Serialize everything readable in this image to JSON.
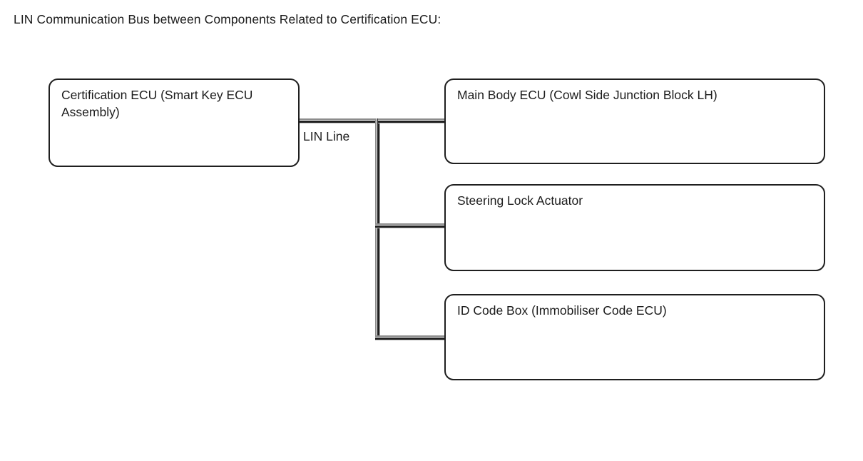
{
  "diagram": {
    "title": "LIN Communication Bus between Components Related to Certification ECU:",
    "bus": {
      "label": "LIN Line",
      "type": "LIN",
      "line_color": "#1f1f1f",
      "style": "double-line"
    },
    "nodes": [
      {
        "id": "certification-ecu",
        "label": "Certification ECU (Smart Key ECU Assembly)",
        "role": "master"
      },
      {
        "id": "main-body-ecu",
        "label": "Main Body ECU (Cowl Side Junction Block LH)",
        "role": "slave"
      },
      {
        "id": "steering-lock-actuator",
        "label": "Steering Lock Actuator",
        "role": "slave"
      },
      {
        "id": "id-code-box",
        "label": "ID Code Box (Immobiliser Code ECU)",
        "role": "slave"
      }
    ],
    "connections": [
      {
        "from": "certification-ecu",
        "to": "main-body-ecu",
        "via": "LIN Line"
      },
      {
        "from": "certification-ecu",
        "to": "steering-lock-actuator",
        "via": "LIN Line"
      },
      {
        "from": "certification-ecu",
        "to": "id-code-box",
        "via": "LIN Line"
      }
    ],
    "colors": {
      "background": "#ffffff",
      "box_border": "#1f1f1f",
      "text": "#1c1c1c"
    }
  }
}
